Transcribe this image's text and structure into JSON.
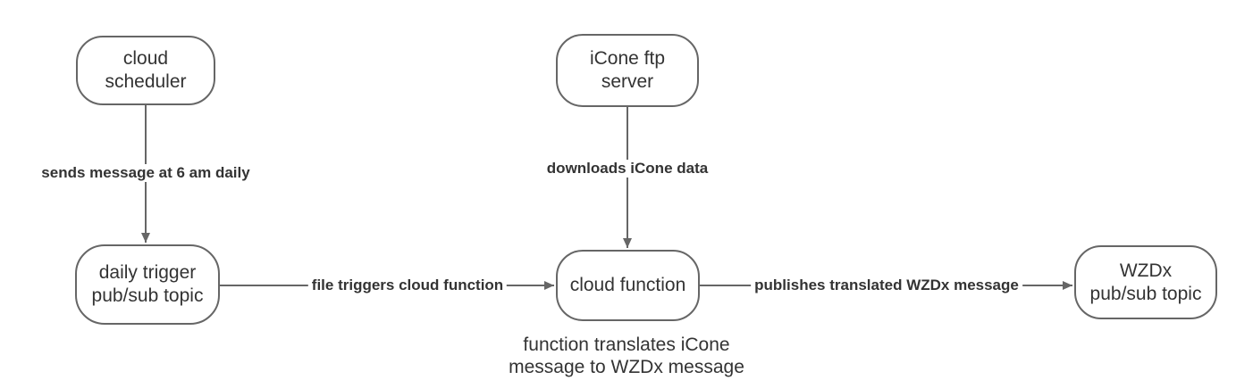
{
  "diagram": {
    "colors": {
      "stroke": "#666666",
      "text": "#333333",
      "background": "#ffffff"
    },
    "nodes": [
      {
        "id": "cloud-scheduler",
        "label": "cloud\nscheduler"
      },
      {
        "id": "icone-ftp-server",
        "label": "iCone ftp\nserver"
      },
      {
        "id": "daily-trigger-pubsub-topic",
        "label": "daily trigger\npub/sub topic"
      },
      {
        "id": "cloud-function",
        "label": "cloud function"
      },
      {
        "id": "wzdx-pubsub-topic",
        "label": "WZDx\npub/sub topic"
      }
    ],
    "edges": [
      {
        "from": "cloud-scheduler",
        "to": "daily-trigger-pubsub-topic",
        "label": "sends message at 6 am daily"
      },
      {
        "from": "icone-ftp-server",
        "to": "cloud-function",
        "label": "downloads iCone data"
      },
      {
        "from": "daily-trigger-pubsub-topic",
        "to": "cloud-function",
        "label": "file triggers cloud function"
      },
      {
        "from": "cloud-function",
        "to": "wzdx-pubsub-topic",
        "label": "publishes translated WZDx message"
      }
    ],
    "caption": "function translates iCone\nmessage to WZDx message"
  }
}
